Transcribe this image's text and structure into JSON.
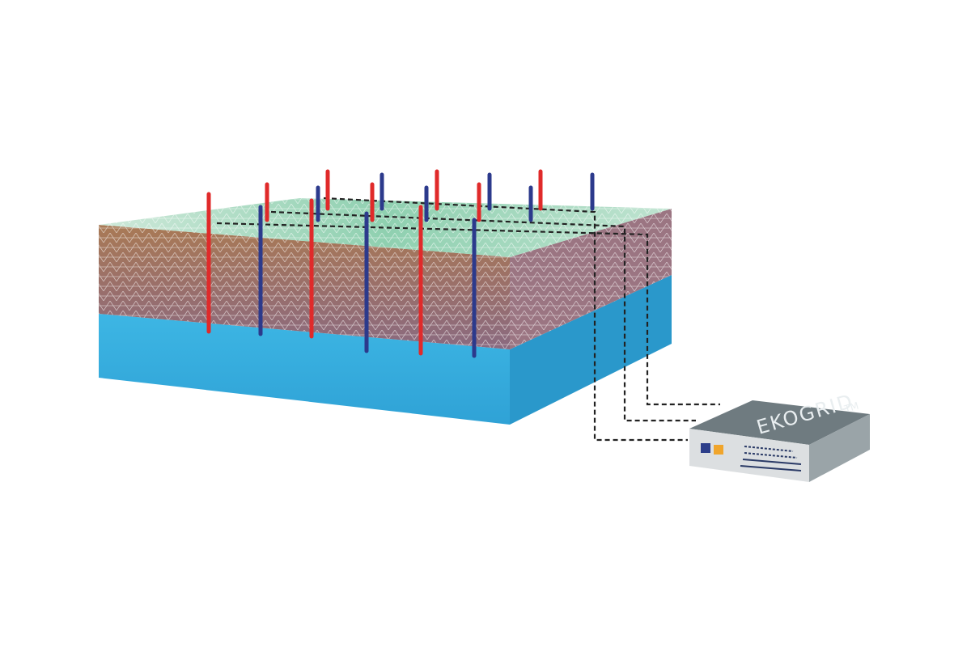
{
  "device": {
    "label": "EKOGRID",
    "trademark": "TM",
    "colors": {
      "top": "#6f7b80",
      "front": "#dcdfe1",
      "side": "#9aa4a8",
      "square_blue": "#2c3e8a",
      "square_orange": "#f0a52c",
      "vent": "#2a3a66"
    }
  },
  "soil_block": {
    "colors": {
      "grass": "#9fd5b8",
      "soil_top": "#a57a5c",
      "soil_bottom": "#8a6674",
      "water_front": "#37b1e0",
      "water_side": "#2b9ed0",
      "water_top": "#49b9e6"
    }
  },
  "electrodes": {
    "colors": {
      "red": "#e02a2a",
      "blue": "#2c3a8c"
    },
    "front_row": [
      "red",
      "blue",
      "red",
      "blue",
      "red",
      "blue"
    ],
    "middle_row": [
      "red",
      "blue",
      "red",
      "blue",
      "red",
      "blue"
    ],
    "back_row": [
      "red",
      "blue",
      "red",
      "blue",
      "red",
      "blue"
    ]
  },
  "cables": {
    "count": 3,
    "style": "dashed",
    "color": "#222222"
  }
}
